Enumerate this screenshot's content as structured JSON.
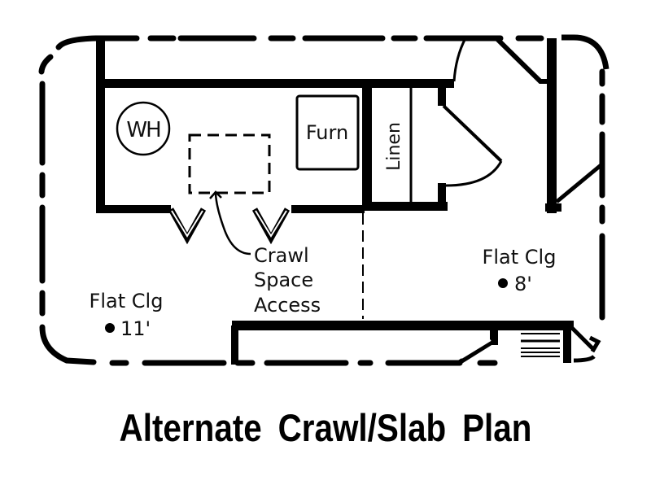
{
  "diagram": {
    "type": "floor-plan",
    "title": "Alternate Crawl/Slab Plan",
    "colors": {
      "line": "#000000",
      "background": "#ffffff"
    },
    "labels": {
      "water_heater": "WH",
      "furnace": "Furn",
      "linen": "Linen",
      "crawl_space": [
        "Crawl",
        "Space",
        "Access"
      ],
      "left_ceiling": {
        "line1": "Flat Clg",
        "line2": "11'"
      },
      "right_ceiling": {
        "line1": "Flat Clg",
        "line2": "8'"
      }
    }
  }
}
